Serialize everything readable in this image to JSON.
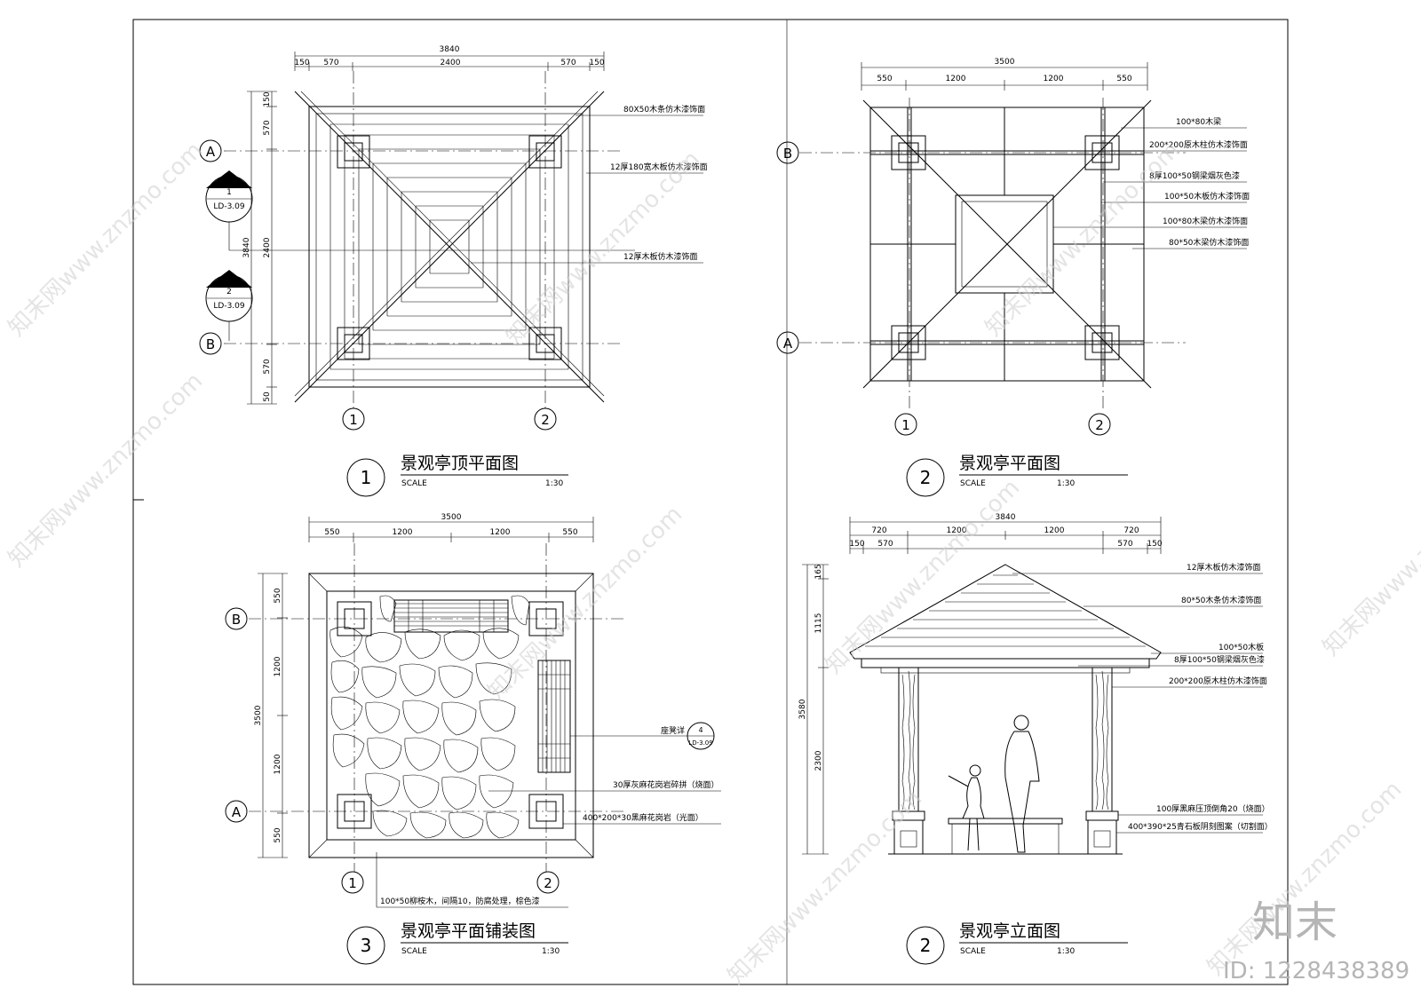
{
  "drawings": {
    "roof_plan": {
      "number": "1",
      "title": "景观亭顶平面图",
      "scale_label": "SCALE",
      "scale_value": "1:30",
      "dims_top_total": "3840",
      "dims_top": [
        "150",
        "570",
        "2400",
        "570",
        "150"
      ],
      "dims_left_total": "3840",
      "dims_left": [
        "150",
        "570",
        "2400",
        "570",
        "50"
      ],
      "grid_rows": [
        "A",
        "B"
      ],
      "grid_cols": [
        "1",
        "2"
      ],
      "section_marks": [
        {
          "num": "1",
          "ref": "LD-3.09"
        },
        {
          "num": "2",
          "ref": "LD-3.09"
        }
      ],
      "notes": [
        "80X50木条仿木漆饰面",
        "12厚180宽木板仿木漆饰面",
        "12厚木板仿木漆饰面"
      ]
    },
    "floor_plan": {
      "number": "2",
      "title": "景观亭平面图",
      "scale_label": "SCALE",
      "scale_value": "1:30",
      "dims_top_total": "3500",
      "dims_top": [
        "550",
        "1200",
        "1200",
        "550"
      ],
      "grid_rows": [
        "B",
        "A"
      ],
      "grid_cols": [
        "1",
        "2"
      ],
      "notes": [
        "100*80木梁",
        "200*200原木柱仿木漆饰面",
        "8厚100*50钢梁烟灰色漆",
        "100*50木板仿木漆饰面",
        "100*80木梁仿木漆饰面",
        "80*50木梁仿木漆饰面"
      ]
    },
    "paving_plan": {
      "number": "3",
      "title": "景观亭平面铺装图",
      "scale_label": "SCALE",
      "scale_value": "1:30",
      "dims_top_total": "3500",
      "dims_top": [
        "550",
        "1200",
        "1200",
        "550"
      ],
      "dims_left_total": "3500",
      "dims_left": [
        "550",
        "1200",
        "1200",
        "550"
      ],
      "grid_rows": [
        "B",
        "A"
      ],
      "grid_cols": [
        "1",
        "2"
      ],
      "detail_mark": {
        "label": "座凳详",
        "num": "4",
        "ref": "LD-3.09"
      },
      "notes": [
        "30厚灰麻花岗岩碎拼（烧面）",
        "400*200*30黑麻花岗岩（光面）",
        "100*50柳桉木，间隔10，防腐处理，棕色漆"
      ]
    },
    "elevation": {
      "number": "2",
      "title": "景观亭立面图",
      "scale_label": "SCALE",
      "scale_value": "1:30",
      "dims_top_total": "3840",
      "dims_top_upper": [
        "720",
        "1200",
        "1200",
        "720"
      ],
      "dims_top_lower": [
        "150",
        "570",
        "570",
        "150"
      ],
      "dims_left_total": "3580",
      "dims_left": [
        "165",
        "1115",
        "2300"
      ],
      "notes": [
        "12厚木板仿木漆饰面",
        "80*50木条仿木漆饰面",
        "100*50木板",
        "8厚100*50钢梁烟灰色漆",
        "200*200原木柱仿木漆饰面",
        "100厚黑麻压顶倒角20（烧面）",
        "400*390*25青石板阴刻图案（切割面）"
      ]
    }
  },
  "watermark": {
    "brand": "知末",
    "id": "ID: 1228438389",
    "site": "知末网www.znzmo.com"
  }
}
